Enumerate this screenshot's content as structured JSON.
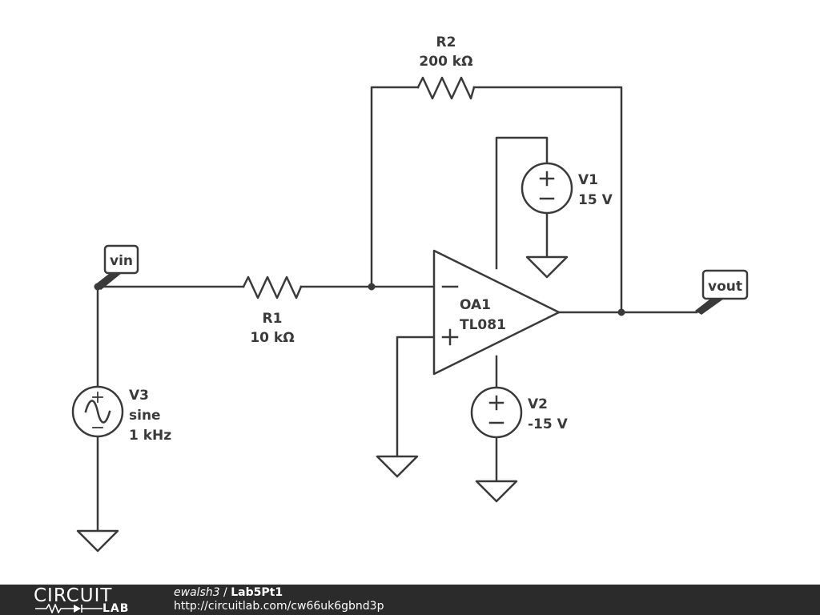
{
  "circuit": {
    "R2": {
      "name": "R2",
      "value": "200 kΩ"
    },
    "R1": {
      "name": "R1",
      "value": "10 kΩ"
    },
    "V1": {
      "name": "V1",
      "value": "15 V"
    },
    "V2": {
      "name": "V2",
      "value": "-15 V"
    },
    "V3": {
      "name": "V3",
      "type": "sine",
      "freq": "1 kHz"
    },
    "OA1": {
      "name": "OA1",
      "part": "TL081"
    },
    "labels": {
      "vin": "vin",
      "vout": "vout"
    }
  },
  "footer": {
    "logo_top": "CIRCUIT",
    "logo_bottom": "LAB",
    "author": "ewalsh3",
    "separator": " / ",
    "project": "Lab5Pt1",
    "url": "http://circuitlab.com/cw66uk6gbnd3p"
  }
}
